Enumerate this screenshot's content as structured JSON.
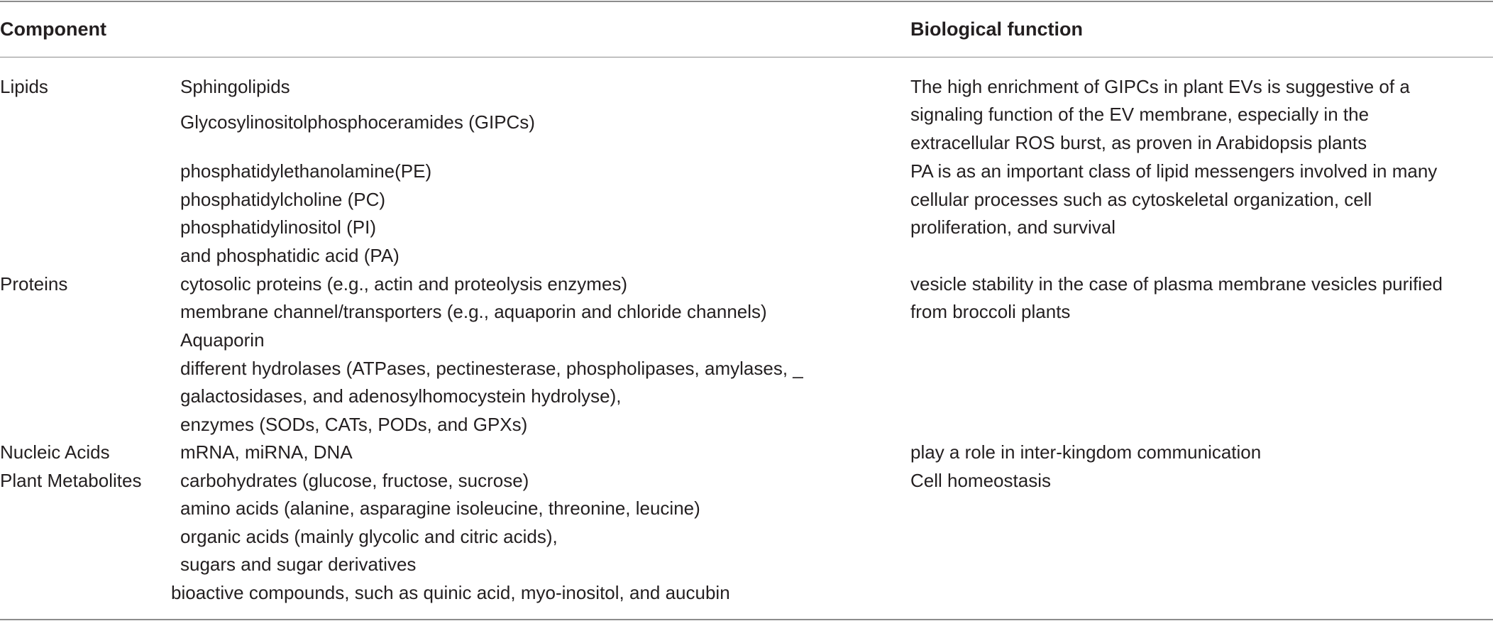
{
  "headers": {
    "component": "Component",
    "function": "Biological function"
  },
  "rows": [
    {
      "category": "Lipids",
      "items": [
        "Sphingolipids",
        "Glycosylinositolphosphoceramides (GIPCs)",
        "phosphatidylethanolamine(PE)",
        "phosphatidylcholine (PC)",
        "phosphatidylinositol (PI)",
        "and phosphatidic acid (PA)"
      ],
      "functions": [
        "The high enrichment of GIPCs in plant EVs is suggestive of a",
        "signaling function of the EV membrane, especially in the",
        "extracellular ROS burst, as proven in Arabidopsis plants",
        "PA is as an important class of lipid messengers involved in many",
        "cellular processes such as cytoskeletal organization, cell",
        "proliferation, and survival"
      ]
    },
    {
      "category": "Proteins",
      "items": [
        "cytosolic proteins (e.g., actin and proteolysis enzymes)",
        "membrane channel/transporters (e.g., aquaporin and chloride channels)",
        "Aquaporin",
        "different hydrolases (ATPases, pectinesterase, phospholipases, amylases, _",
        "galactosidases, and adenosylhomocystein hydrolyse),",
        "enzymes (SODs, CATs, PODs, and GPXs)"
      ],
      "functions": [
        "vesicle stability in the case of plasma membrane vesicles purified",
        "from broccoli plants"
      ]
    },
    {
      "category": "Nucleic Acids",
      "items": [
        "mRNA, miRNA, DNA"
      ],
      "functions": [
        "play a role in inter-kingdom communication"
      ]
    },
    {
      "category": "Plant Metabolites",
      "items": [
        "carbohydrates (glucose, fructose, sucrose)",
        "amino acids (alanine, asparagine isoleucine, threonine, leucine)",
        "organic acids (mainly glycolic and citric acids),",
        "sugars and sugar derivatives",
        "bioactive compounds, such as quinic acid, myo-inositol, and aucubin"
      ],
      "functions": [
        "Cell homeostasis"
      ]
    }
  ]
}
